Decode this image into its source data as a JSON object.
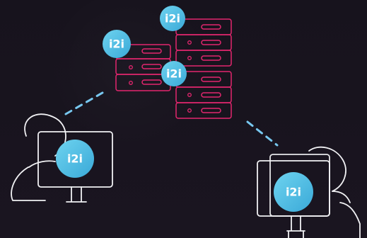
{
  "badges": {
    "server_top": "i2i",
    "server_left": "i2i",
    "server_middle": "i2i",
    "device_left": "i2i",
    "device_right": "i2i"
  }
}
